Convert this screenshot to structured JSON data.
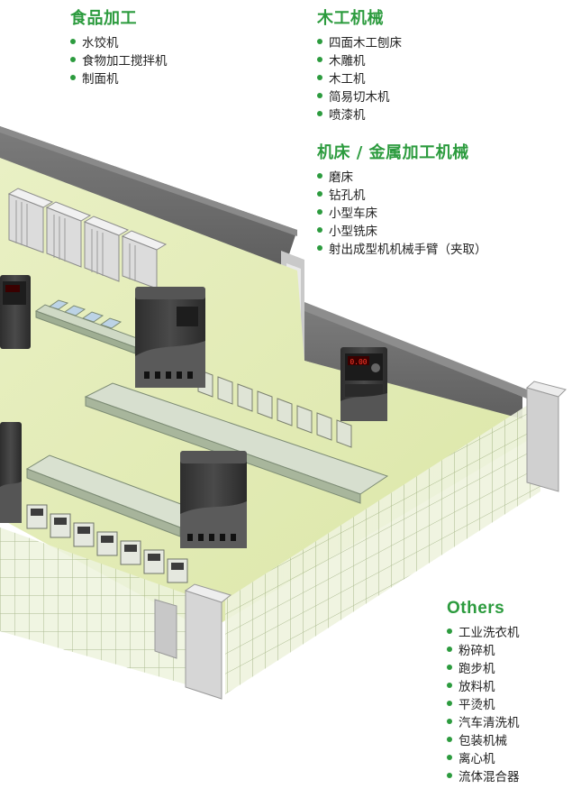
{
  "sections": {
    "food": {
      "title": "食品加工",
      "items": [
        "水饺机",
        "食物加工搅拌机",
        "制面机"
      ]
    },
    "woodworking": {
      "title": "木工机械",
      "items": [
        "四面木工刨床",
        "木雕机",
        "木工机",
        "简易切木机",
        "喷漆机"
      ]
    },
    "machine_tools": {
      "title": "机床 / 金属加工机械",
      "items": [
        "磨床",
        "钻孔机",
        "小型车床",
        "小型铣床",
        "射出成型机机械手臂（夹取）"
      ]
    },
    "others": {
      "title": "Others",
      "items": [
        "工业洗衣机",
        "粉碎机",
        "跑步机",
        "放料机",
        "平烫机",
        "汽车清洗机",
        "包装机械",
        "离心机",
        "流体混合器"
      ]
    }
  },
  "colors": {
    "accent_green": "#2c9b3e",
    "floor": "#e3ecb4",
    "wall_grey": "#6f6f6f",
    "glass": "#e8f0d6",
    "drive_body": "#3b3b3b"
  },
  "illustration": {
    "icon": "factory-floor-isometric-illustration",
    "drive_icon": "ac-drive-unit-icon",
    "drive_display_readout": "0.00"
  }
}
